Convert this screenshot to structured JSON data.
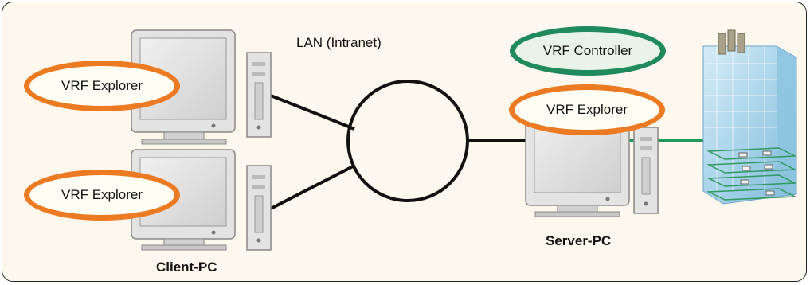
{
  "diagram": {
    "network_label": "LAN (Intranet)",
    "client_label": "Client-PC",
    "server_label": "Server-PC",
    "explorer_label": "VRF Explorer",
    "controller_label": "VRF Controller"
  },
  "colors": {
    "explorer_border": "#ec7a22",
    "controller_border": "#1f8a5a",
    "background": "#fdf7ee",
    "network_line": "#111111",
    "building_link": "#1f9a5a"
  },
  "icons": [
    "desktop-pc-icon",
    "tower-case-icon",
    "building-icon",
    "network-hub-icon"
  ]
}
